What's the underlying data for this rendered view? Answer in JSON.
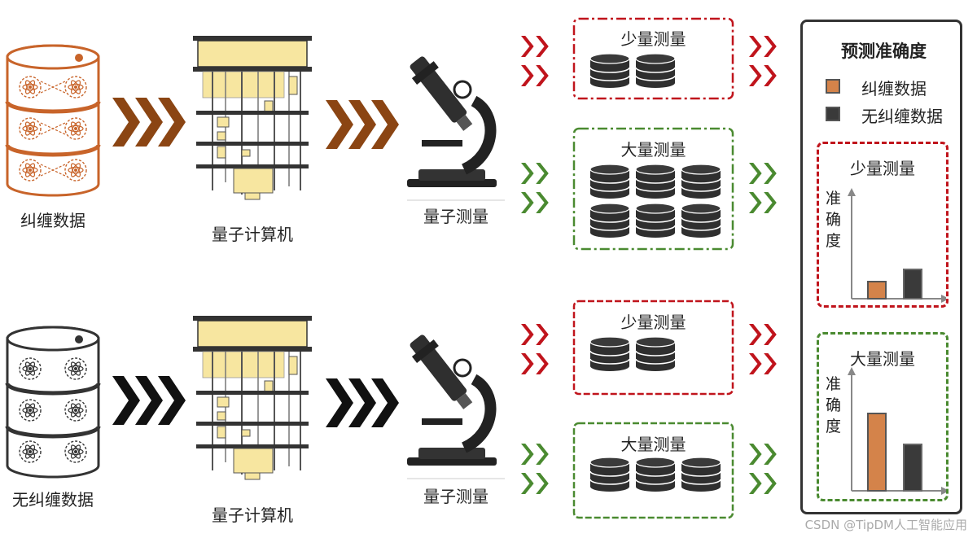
{
  "labels": {
    "entangled_data": "纠缠数据",
    "unentangled_data": "无纠缠数据",
    "quantum_computer_1": "量子计算机",
    "quantum_computer_2": "量子计算机",
    "quantum_measure_1": "量子测量",
    "quantum_measure_2": "量子测量"
  },
  "boxes": {
    "top_few": "少量测量",
    "top_many": "大量测量",
    "bottom_few": "少量测量",
    "bottom_many": "大量测量"
  },
  "panel": {
    "title": "预测准确度",
    "legend": [
      {
        "label": "纠缠数据",
        "color": "#d4834a"
      },
      {
        "label": "无纠缠数据",
        "color": "#3a3a3a"
      }
    ],
    "few_chart": {
      "title": "少量测量",
      "y_label": "准确度",
      "border_color": "#c0141c",
      "values": {
        "entangled": 0.35,
        "unentangled": 0.6
      }
    },
    "many_chart": {
      "title": "大量测量",
      "y_label": "准确度",
      "border_color": "#4a8a30",
      "values": {
        "entangled": 0.95,
        "unentangled": 0.57
      }
    }
  },
  "colors": {
    "red": "#c0141c",
    "green": "#4a8a30",
    "brown_chevron": "#8b4513",
    "black_chevron": "#111111",
    "orange": "#d4834a",
    "dark": "#333333"
  },
  "watermark": "CSDN @TipDM人工智能应用"
}
